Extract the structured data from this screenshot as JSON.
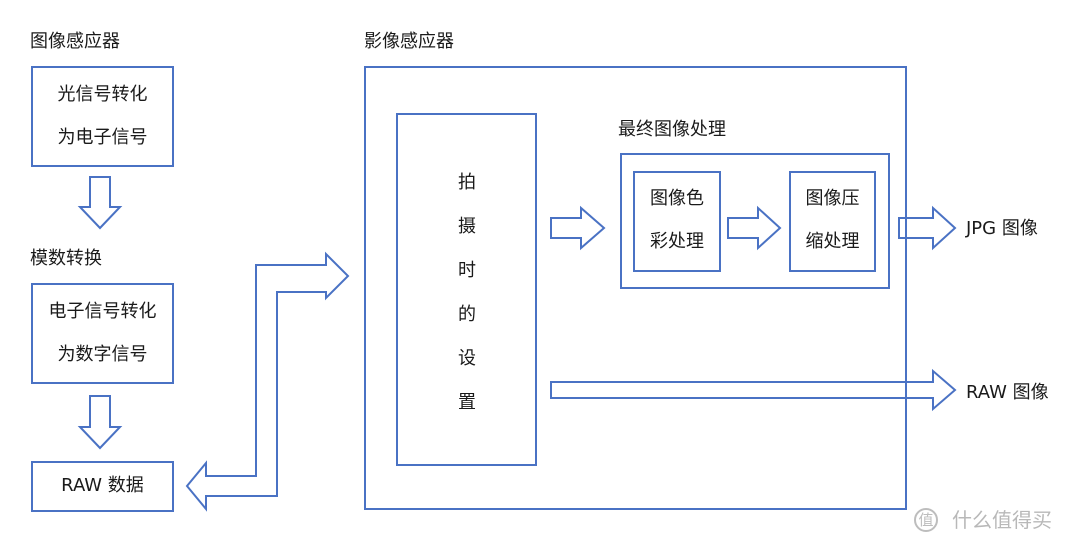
{
  "left_column": {
    "sensor_title": "图像感应器",
    "sensor_box_line1": "光信号转化",
    "sensor_box_line2": "为电子信号",
    "adc_title": "模数转换",
    "adc_box_line1": "电子信号转化",
    "adc_box_line2": "为数字信号",
    "raw_data_label": "RAW 数据"
  },
  "main": {
    "title": "影像感应器",
    "shooting_settings_chars": [
      "拍",
      "摄",
      "时",
      "的",
      "设",
      "置"
    ],
    "final_processing_title": "最终图像处理",
    "color_box_line1": "图像色",
    "color_box_line2": "彩处理",
    "compress_box_line1": "图像压",
    "compress_box_line2": "缩处理"
  },
  "outputs": {
    "jpg": "JPG 图像",
    "raw": "RAW 图像"
  },
  "watermark": {
    "icon": "值",
    "text": "什么值得买"
  },
  "colors": {
    "line": "#4a72c4",
    "text": "#1a1a1a",
    "watermark": "#b8b8b8"
  }
}
